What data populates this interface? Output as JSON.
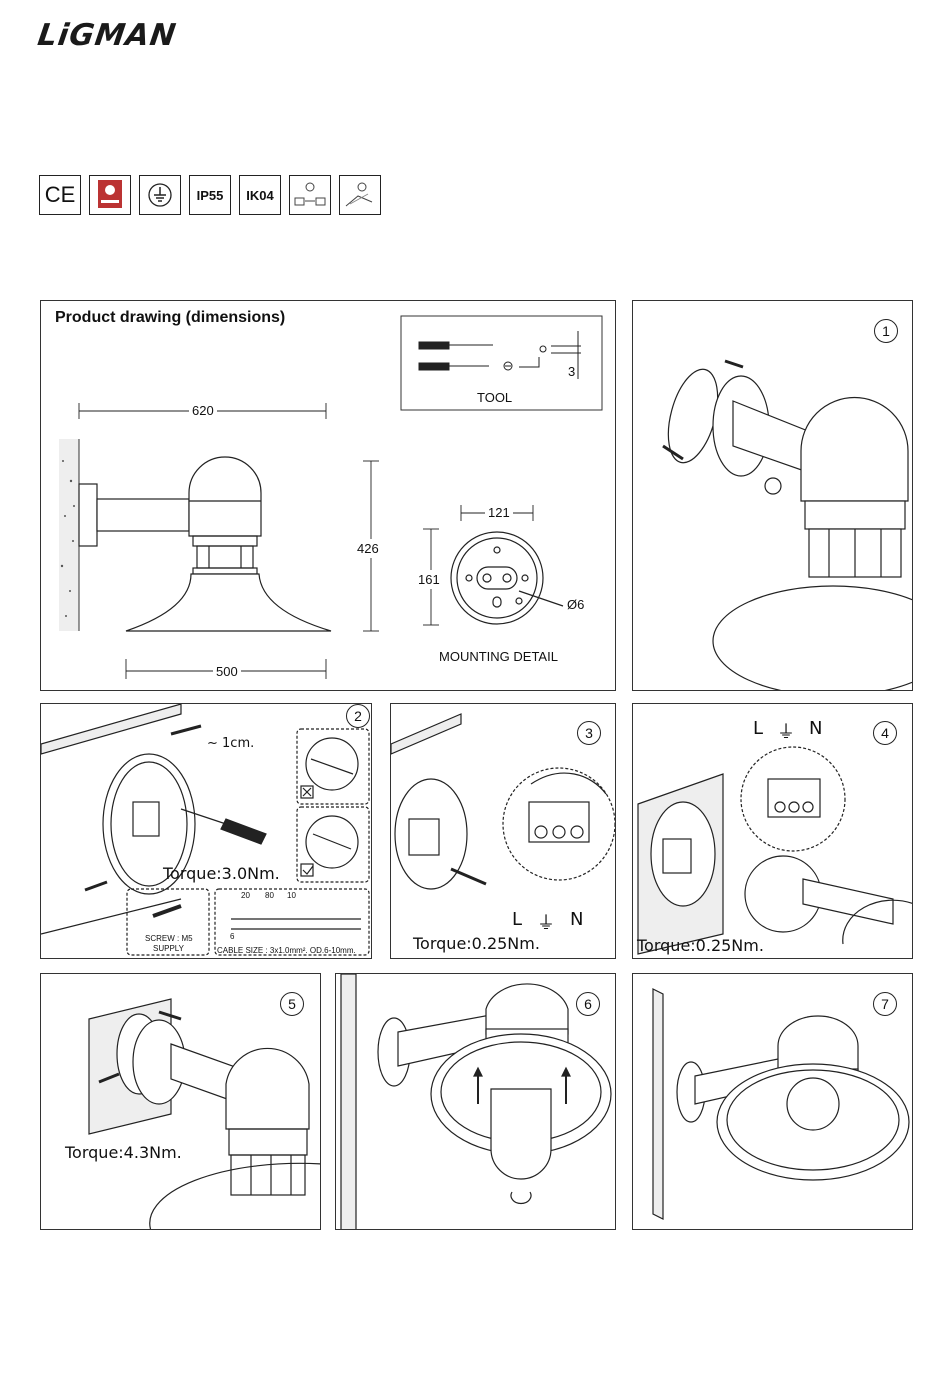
{
  "brand": "LiGMAN",
  "certifications": [
    {
      "icon": "ce-mark-icon",
      "label": "CE"
    },
    {
      "icon": "quality-seal-icon",
      "label": ""
    },
    {
      "icon": "earth-ground-icon",
      "label": ""
    },
    {
      "icon": "ip-rating-icon",
      "label": "IP55"
    },
    {
      "icon": "ik-rating-icon",
      "label": "IK04"
    },
    {
      "icon": "installation-height-icon",
      "label": ""
    },
    {
      "icon": "wall-mount-icon",
      "label": ""
    }
  ],
  "drawing": {
    "title": "Product drawing (dimensions)",
    "tool_label": "TOOL",
    "tool_dim": "3",
    "dim_width": "620",
    "dim_height": "426",
    "dim_base": "500",
    "mount_width": "121",
    "mount_height": "161",
    "mount_hole": "Ø6",
    "mount_label": "MOUNTING DETAIL"
  },
  "steps": [
    {
      "number": "1"
    },
    {
      "number": "2",
      "gap_label": "~ 1cm.",
      "torque": "Torque:3.0Nm.",
      "screw_label": "SCREW : M5",
      "supply_label": "SUPPLY",
      "cable_dims": [
        "20",
        "80",
        "10",
        "6"
      ],
      "cable_label": "CABLE SIZE : 3x1.0mm². OD.6-10mm."
    },
    {
      "number": "3",
      "torque": "Torque:0.25Nm.",
      "terminals": [
        "L",
        "⏚",
        "N"
      ]
    },
    {
      "number": "4",
      "torque": "Torque:0.25Nm.",
      "terminals": [
        "L",
        "⏚",
        "N"
      ]
    },
    {
      "number": "5",
      "torque": "Torque:4.3Nm."
    },
    {
      "number": "6"
    },
    {
      "number": "7"
    }
  ]
}
